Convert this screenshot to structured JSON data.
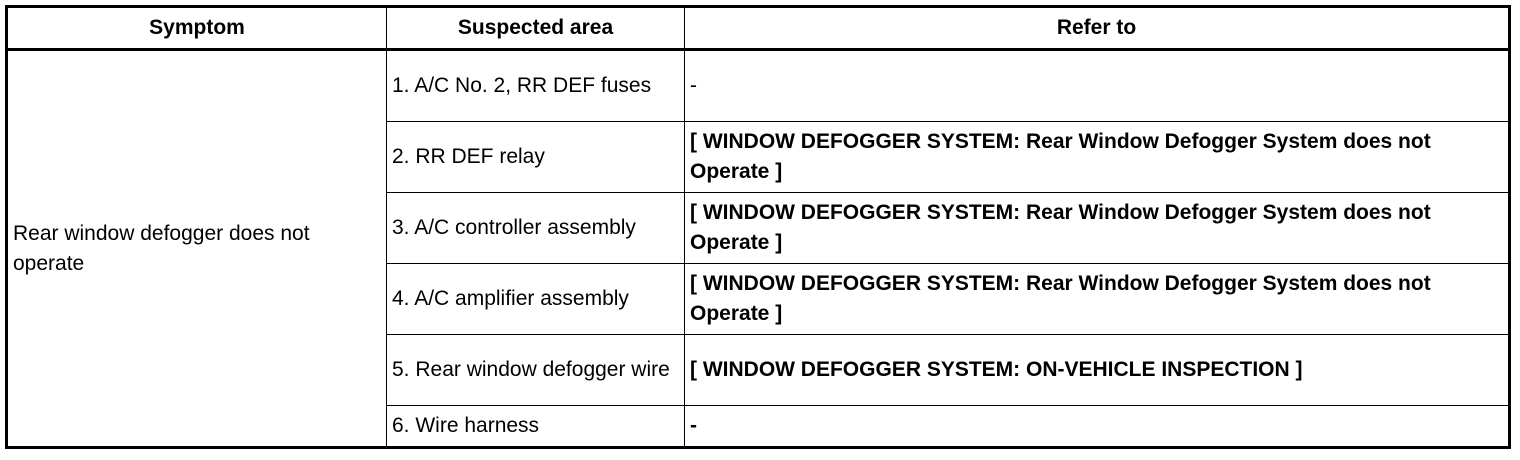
{
  "table": {
    "headers": {
      "symptom": "Symptom",
      "suspected_area": "Suspected area",
      "refer_to": "Refer to"
    },
    "symptom": "Rear window defogger does not operate",
    "rows": [
      {
        "area": "1. A/C No. 2, RR DEF fuses",
        "refer": "-"
      },
      {
        "area": "2. RR DEF relay",
        "refer": "[ WINDOW DEFOGGER SYSTEM: Rear Window Defogger System does not Operate ]"
      },
      {
        "area": "3. A/C controller assembly",
        "refer": "[ WINDOW DEFOGGER SYSTEM: Rear Window Defogger System does not Operate ]"
      },
      {
        "area": "4. A/C amplifier assembly",
        "refer": "[ WINDOW DEFOGGER SYSTEM: Rear Window Defogger System does not Operate ]"
      },
      {
        "area": "5. Rear window defogger wire",
        "refer": "[ WINDOW DEFOGGER SYSTEM: ON-VEHICLE INSPECTION ]"
      },
      {
        "area": "6. Wire harness",
        "refer": "-"
      }
    ]
  }
}
